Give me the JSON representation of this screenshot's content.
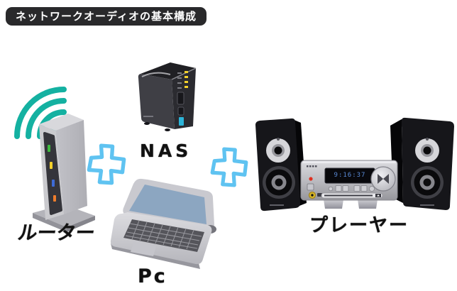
{
  "title": "ネットワークオーディオの基本構成",
  "devices": {
    "router": {
      "label": "ルーター"
    },
    "nas": {
      "label": "NAS"
    },
    "pc": {
      "label": "Pc"
    },
    "player": {
      "label": "プレーヤー",
      "display_text": "9:16:37"
    }
  },
  "connectors": {
    "plus1": "+",
    "plus2": "+"
  },
  "colors": {
    "title_bg": "#29292b",
    "title_text": "#ffffff",
    "wifi": "#14b1a1",
    "plus_outline": "#5fc3f1",
    "router_led_green": "#3fba3f",
    "router_led_yellow": "#f2cf2a",
    "router_led_blue": "#3e6bd6",
    "router_led_orange": "#ee7d2c",
    "nas_led_yellow": "#f2d12c",
    "nas_accent_cyan": "#2cb4d8",
    "player_display_text": "#5a8ad6",
    "laptop_screen": "#8ca6c1",
    "label_text": "#111111"
  }
}
